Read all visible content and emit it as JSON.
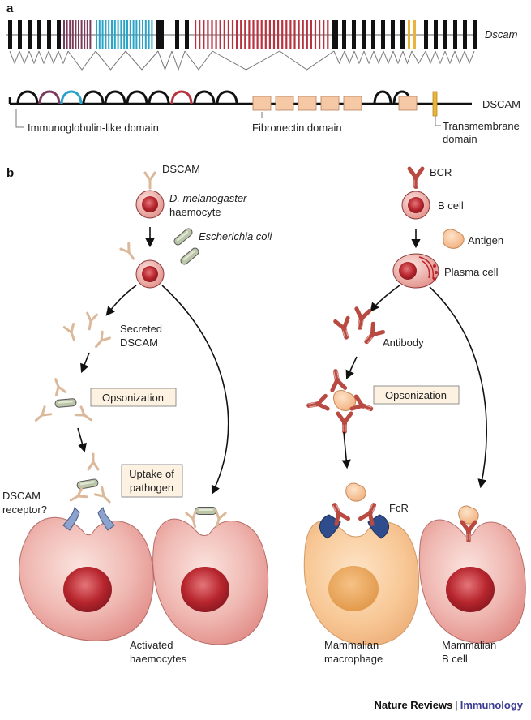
{
  "panel_a": {
    "label": "a",
    "gene_label": "Dscam",
    "protein_label": "DSCAM",
    "ig_label": "Immunoglobulin-like domain",
    "fn_label": "Fibronectin domain",
    "tm_label_1": "Transmembrane",
    "tm_label_2": "domain"
  },
  "panel_b": {
    "label": "b",
    "left": {
      "dscam": "DSCAM",
      "haemocyte_1": "D. melanogaster",
      "haemocyte_2": "haemocyte",
      "ecoli": "Escherichia coli",
      "secreted_1": "Secreted",
      "secreted_2": "DSCAM",
      "opsonization": "Opsonization",
      "uptake_1": "Uptake of",
      "uptake_2": "pathogen",
      "receptor_1": "DSCAM",
      "receptor_2": "receptor?",
      "caption_1": "Activated",
      "caption_2": "haemocytes"
    },
    "right": {
      "bcr": "BCR",
      "bcell": "B cell",
      "antigen": "Antigen",
      "plasma": "Plasma cell",
      "antibody": "Antibody",
      "opsonization": "Opsonization",
      "fcr": "FcR",
      "mac_1": "Mammalian",
      "mac_2": "macrophage",
      "bc_1": "Mammalian",
      "bc_2": "B cell"
    }
  },
  "footer": {
    "journal": "Nature Reviews",
    "separator": "|",
    "section": "Immunology"
  },
  "colors": {
    "exon_black": "#111111",
    "exon_purple": "#7b3a5c",
    "exon_blue": "#2aa3c6",
    "exon_red": "#b7333f",
    "exon_yellow": "#e9b33c",
    "fibronectin": "#f6c9a6",
    "haemocyte_fill": "#e89a98",
    "nucleus": "#b7252d",
    "macrophage": "#f7c48f",
    "label_box": "#fdf2e2",
    "dscam_tan": "#dcb89a",
    "antibody_red": "#b84a42",
    "receptor_blue": "#2f4d8c",
    "bacteria_green": "#bcc6a8",
    "journal_blue": "#3b3c93"
  }
}
